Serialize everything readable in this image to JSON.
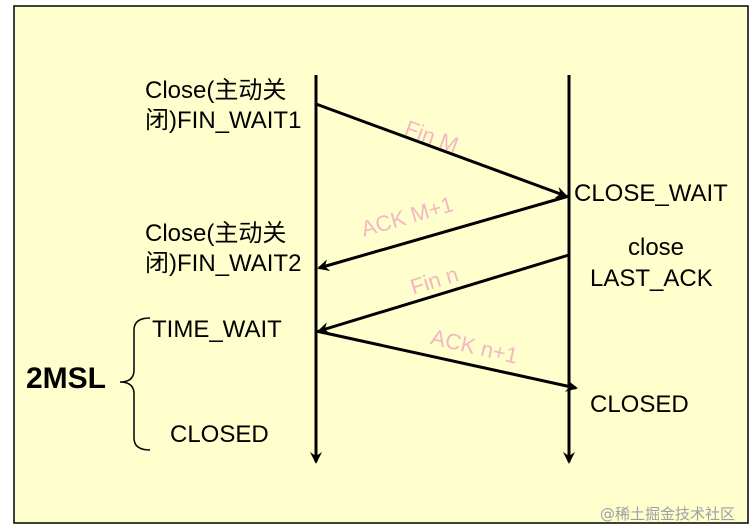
{
  "colors": {
    "background": "#ffffce",
    "line": "#000000",
    "message_text": "#f4b6c2",
    "state_text": "#000000",
    "watermark": "#9aa0a6"
  },
  "client": {
    "close_active_1": [
      "Close(主动关",
      "闭)FIN_WAIT1"
    ],
    "close_active_2": [
      "Close(主动关",
      "闭)FIN_WAIT2"
    ],
    "time_wait": "TIME_WAIT",
    "closed": "CLOSED",
    "msl": "2MSL"
  },
  "server": {
    "close_wait": "CLOSE_WAIT",
    "close": "close",
    "last_ack": "LAST_ACK",
    "closed": "CLOSED"
  },
  "messages": {
    "fin_m": "Fin M",
    "ack_m1": "ACK M+1",
    "fin_n": "Fin n",
    "ack_n1": "ACK n+1"
  },
  "watermark": "@稀土掘金技术社区"
}
